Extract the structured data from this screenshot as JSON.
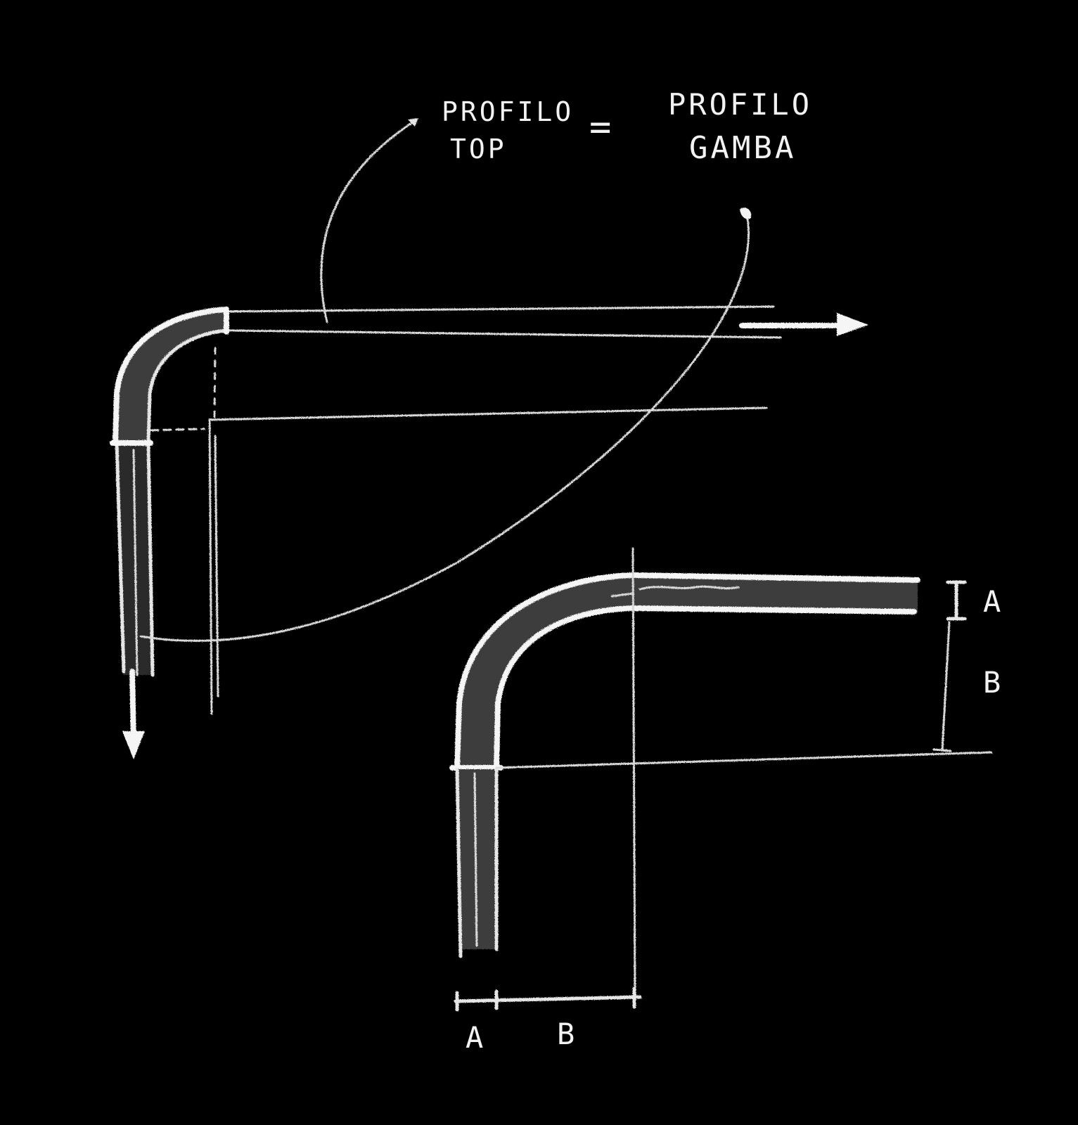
{
  "labels": {
    "left_word_1": "PROFILO",
    "left_word_2": "TOP",
    "equals": "=",
    "right_word_1": "PROFILO",
    "right_word_2": "GAMBA",
    "dim_right_a": "A",
    "dim_right_b": "B",
    "dim_bottom_a": "A",
    "dim_bottom_b": "B"
  },
  "colors": {
    "background": "#000000",
    "chalk": "#f2f2f2"
  }
}
